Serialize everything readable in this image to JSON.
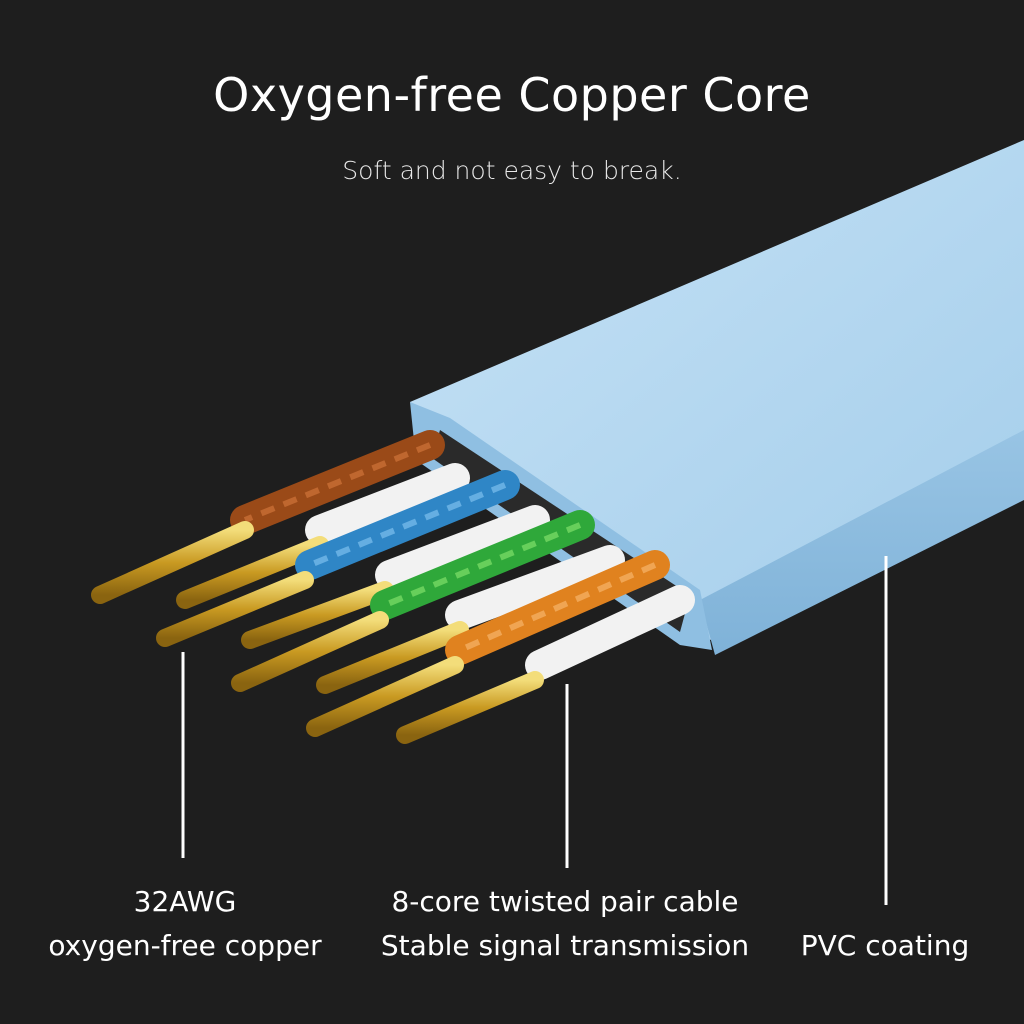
{
  "header": {
    "title": "Oxygen-free Copper Core",
    "subtitle": "Soft and not easy to break."
  },
  "callouts": {
    "copper": {
      "line1": "32AWG",
      "line2": "oxygen-free copper"
    },
    "twisted": {
      "line1": "8-core twisted pair cable",
      "line2": "Stable signal transmission"
    },
    "coating": {
      "line1": "PVC coating"
    }
  },
  "colors": {
    "background": "#1e1e1e",
    "jacket": "#a9d1ee",
    "copper": "#d8b23a",
    "pair_brown": "#9a4a18",
    "pair_blue": "#2f86c6",
    "pair_green": "#2fa83a",
    "pair_orange": "#e0821f",
    "insulation_white": "#f2f2f2"
  }
}
